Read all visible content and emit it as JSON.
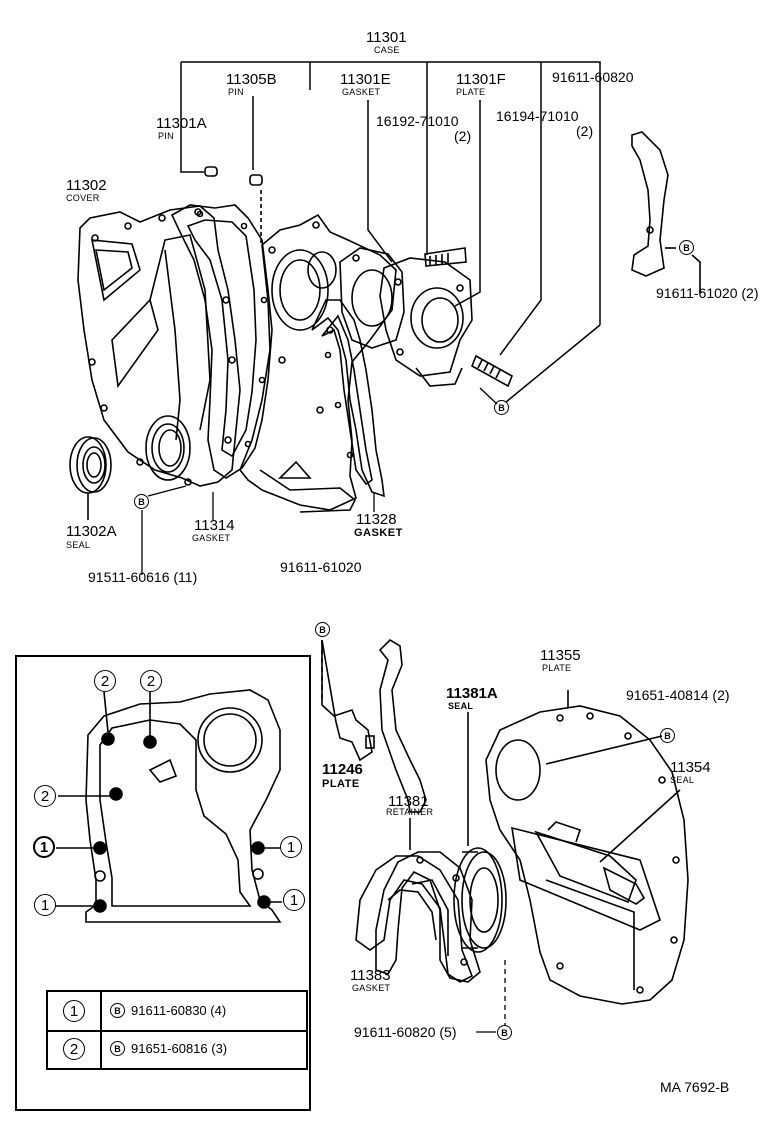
{
  "labels": {
    "case": {
      "pn": "11301",
      "name": "CASE"
    },
    "pin_b": {
      "pn": "11305B",
      "name": "PIN"
    },
    "gasket_e": {
      "pn": "11301E",
      "name": "GASKET"
    },
    "plate_f": {
      "pn": "11301F",
      "name": "PLATE"
    },
    "bolt_60820_top": {
      "pn": "91611-60820"
    },
    "pin_a": {
      "pn": "11301A",
      "name": "PIN"
    },
    "stud_16192": {
      "pn": "16192-71010",
      "qty": "(2)"
    },
    "stud_16194": {
      "pn": "16194-71010",
      "qty": "(2)"
    },
    "cover": {
      "pn": "11302",
      "name": "COVER"
    },
    "bolt_61020_2": {
      "pn": "91611-61020 (2)"
    },
    "seal_a": {
      "pn": "11302A",
      "name": "SEAL"
    },
    "gasket_11314": {
      "pn": "11314",
      "name": "GASKET"
    },
    "gasket_11328": {
      "pn": "11328",
      "name": "GASKET"
    },
    "bolt_60616": {
      "pn": "91511-60616 (11)"
    },
    "bolt_61020": {
      "pn": "91611-61020"
    },
    "plate_11355": {
      "pn": "11355",
      "name": "PLATE"
    },
    "seal_11381a": {
      "pn": "11381A",
      "name": "SEAL"
    },
    "bolt_40814": {
      "pn": "91651-40814 (2)"
    },
    "seal_11354": {
      "pn": "11354",
      "name": "SEAL"
    },
    "plate_11246": {
      "pn": "11246",
      "name": "PLATE"
    },
    "retainer_11381": {
      "pn": "11381",
      "name": "RETAINER"
    },
    "gasket_11383": {
      "pn": "11383",
      "name": "GASKET"
    },
    "bolt_60820_5": {
      "pn": "91611-60820 (5)"
    },
    "drawing_code": "MA  7692-B"
  },
  "markers": {
    "bolt": "B",
    "one": "1",
    "two": "2"
  },
  "legend": [
    {
      "key": "1",
      "bolt": "B",
      "pn": "91611-60830 (4)"
    },
    {
      "key": "2",
      "bolt": "B",
      "pn": "91651-60816 (3)"
    }
  ]
}
